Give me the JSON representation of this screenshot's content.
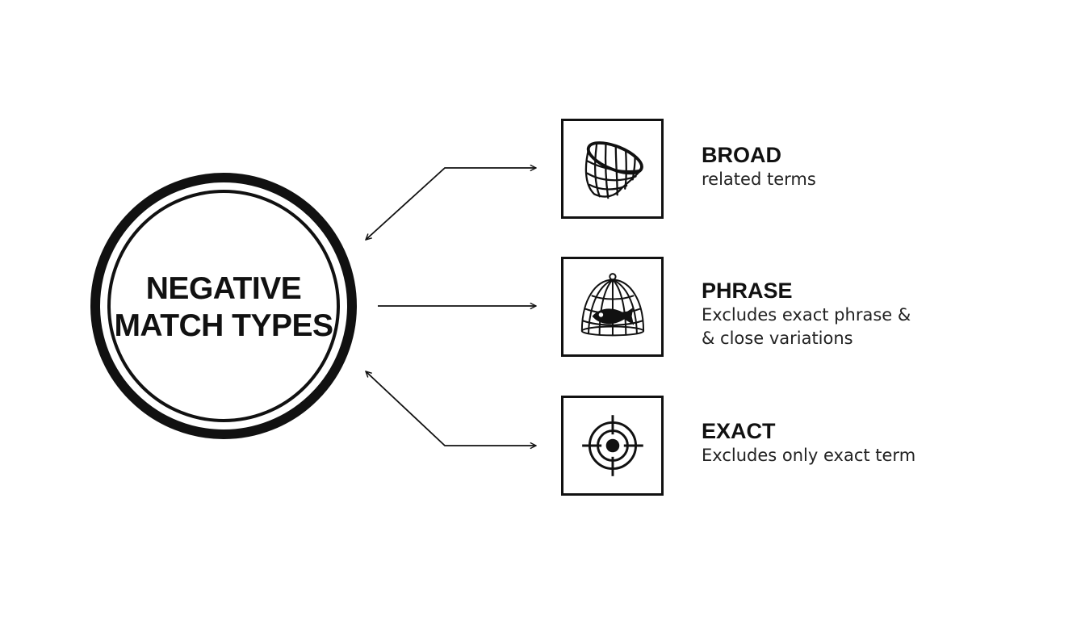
{
  "hub": {
    "title_line1": "NEGATIVE",
    "title_line2": "MATCH TYPES"
  },
  "items": [
    {
      "title": "BROAD",
      "description": "related terms",
      "icon": "net-basket-icon"
    },
    {
      "title": "PHRASE",
      "description": "Excludes exact phrase &\n& close variations",
      "icon": "caged-fish-icon"
    },
    {
      "title": "EXACT",
      "description": "Excludes only exact term",
      "icon": "crosshair-target-icon"
    }
  ],
  "colors": {
    "ink": "#111111",
    "background": "#ffffff"
  }
}
